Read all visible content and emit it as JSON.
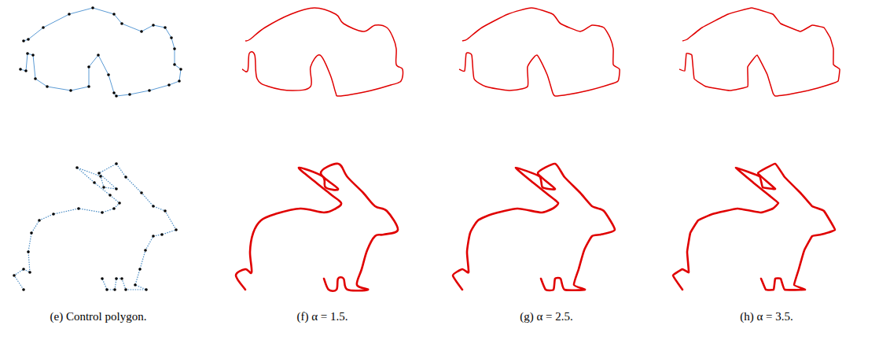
{
  "diagram": {
    "labels": [
      "(e) Control polygon.",
      "(f) α = 1.5.",
      "(g) α = 2.5.",
      "(h) α = 3.5."
    ]
  }
}
